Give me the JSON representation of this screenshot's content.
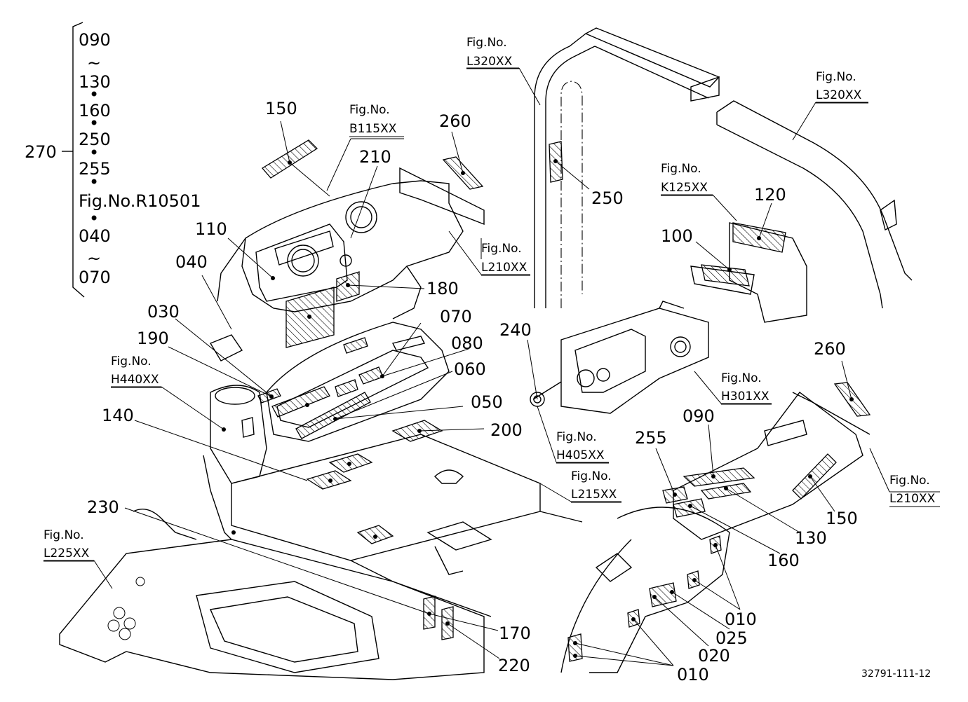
{
  "diagram": {
    "drawing_code": "32791-111-12",
    "bracket_group": {
      "key": "270",
      "items": [
        "090",
        "130",
        "160",
        "250",
        "255",
        "Fig.No.R10501",
        "040",
        "070"
      ],
      "range_mark": "~",
      "sep_mark": "•"
    },
    "part_labels": {
      "p150a": "150",
      "p260a": "260",
      "p210": "210",
      "p110": "110",
      "p040": "040",
      "p180": "180",
      "p070": "070",
      "p030": "030",
      "p190": "190",
      "p080": "080",
      "p060": "060",
      "p050": "050",
      "p140": "140",
      "p200": "200",
      "p230": "230",
      "p170": "170",
      "p220": "220",
      "p240": "240",
      "p250": "250",
      "p120": "120",
      "p100": "100",
      "p260b": "260",
      "p090": "090",
      "p255": "255",
      "p130": "130",
      "p150b": "150",
      "p160": "160",
      "p010a": "010",
      "p025": "025",
      "p020": "020",
      "p010b": "010"
    },
    "fig_refs": {
      "caption": "Fig.No.",
      "b115": "B115XX",
      "l320a": "L320XX",
      "l320b": "L320XX",
      "l210a": "L210XX",
      "k125": "K125XX",
      "h440": "H440XX",
      "h301": "H301XX",
      "h405": "H405XX",
      "l215": "L215XX",
      "l210b": "L210XX",
      "l225": "L225XX"
    }
  }
}
